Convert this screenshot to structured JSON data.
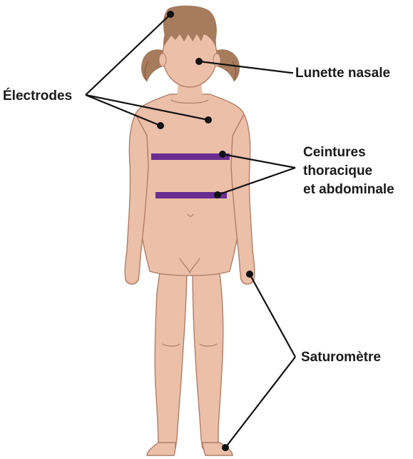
{
  "labels": {
    "electrodes": "Électrodes",
    "nasal": "Lunette nasale",
    "belts_line1": "Ceintures",
    "belts_line2": "thoracique",
    "belts_line3": "et abdominale",
    "oximeter": "Saturomètre"
  },
  "colors": {
    "skin": "#ebbfa8",
    "hair": "#a67b5e",
    "belt": "#6a2d91",
    "leader": "#111111",
    "text": "#1a1a1a"
  }
}
